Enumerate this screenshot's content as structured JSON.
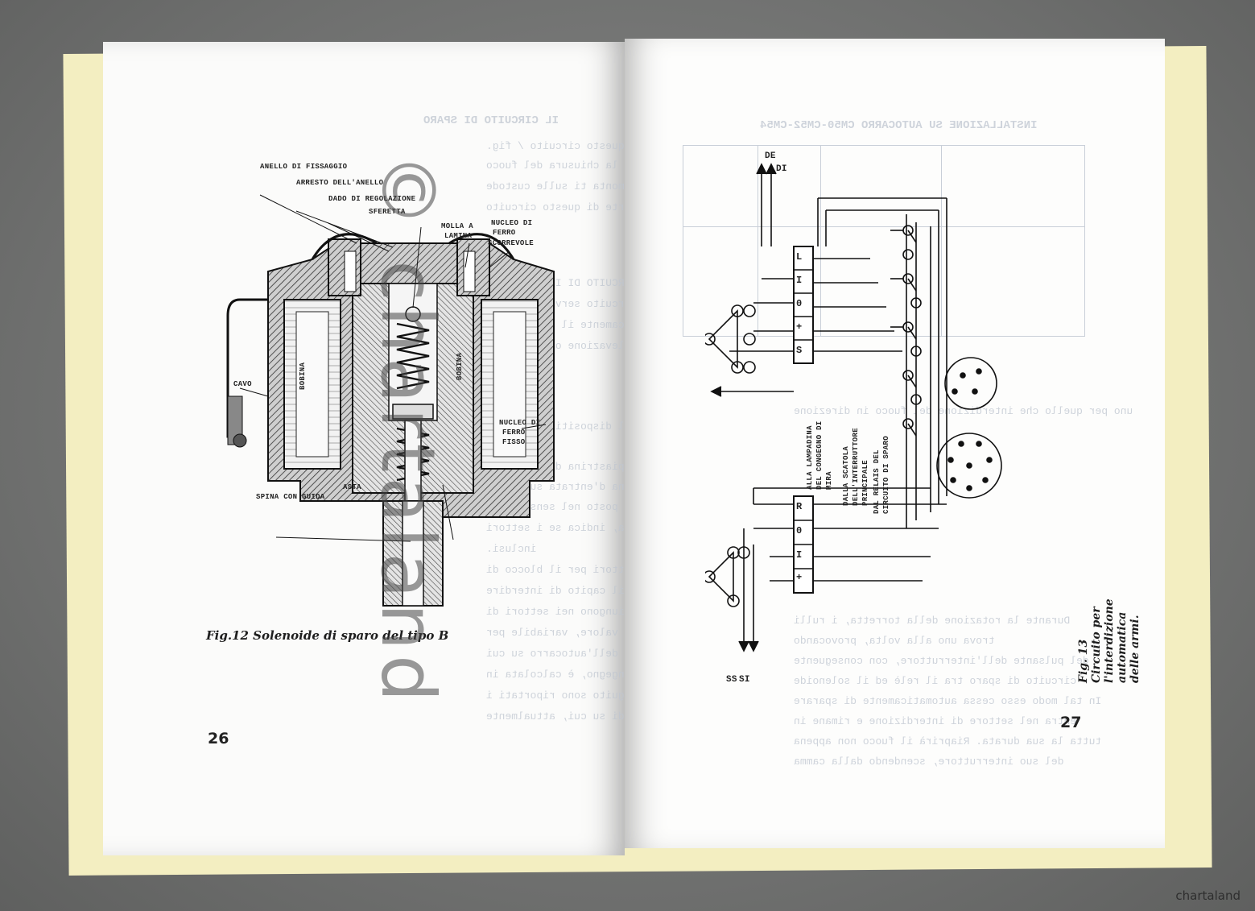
{
  "left_page": {
    "figure_label": "Fig.12 Solenoide di sparo del tipo B",
    "page_number": "26",
    "diagram_labels": {
      "anello": "ANELLO DI FISSAGGIO",
      "arresto": "ARRESTO DELL'ANELLO",
      "dado": "DADO DI REGOLAZIONE",
      "sferetta": "SFERETTA",
      "molla": "MOLLA A",
      "lamina": "LAMINA",
      "nucleo_ferro": "NUCLEO DI",
      "ferro": "FERRO",
      "scorrevole": "SCORREVOLE",
      "cavo": "CAVO",
      "bobina_left": "BOBINA",
      "bobina_right": "BOBINA",
      "nucleo_fisso_1": "NUCLEO DI",
      "nucleo_fisso_2": "FERRO",
      "nucleo_fisso_3": "FISSO",
      "spina": "SPINA CON GUIDA",
      "asta": "ASTA"
    },
    "ghost_text": {
      "title": "IL CIRCUITO DI SPARO"
    }
  },
  "right_page": {
    "figure_label": "Fig. 13 Circuito per l'interdizione automatica delle armi.",
    "page_number": "27",
    "diagram_labels": {
      "de": "DE",
      "di": "DI",
      "si": "SI",
      "ss": "SS",
      "box_top": [
        "S",
        "+",
        "0",
        "I",
        "L"
      ],
      "box_bottom": [
        "+",
        "I",
        "0",
        "R"
      ],
      "lampadina": [
        "ALLA LAMPADINA",
        "DEL CONGEGNO DI",
        "MIRA"
      ],
      "scatola": [
        "DALLA SCATOLA",
        "DELL'INTERRUTTORE",
        "PRINCIPALE"
      ],
      "relais": [
        "DAL RELAIS DEL",
        "CIRCUITO DI SPARO"
      ]
    },
    "ghost_text": {
      "title": "INSTALLAZIONE SU AUTOCARRO CM50-CM52-CM54"
    }
  },
  "watermark": "© chartaland",
  "brand": "chartaland"
}
